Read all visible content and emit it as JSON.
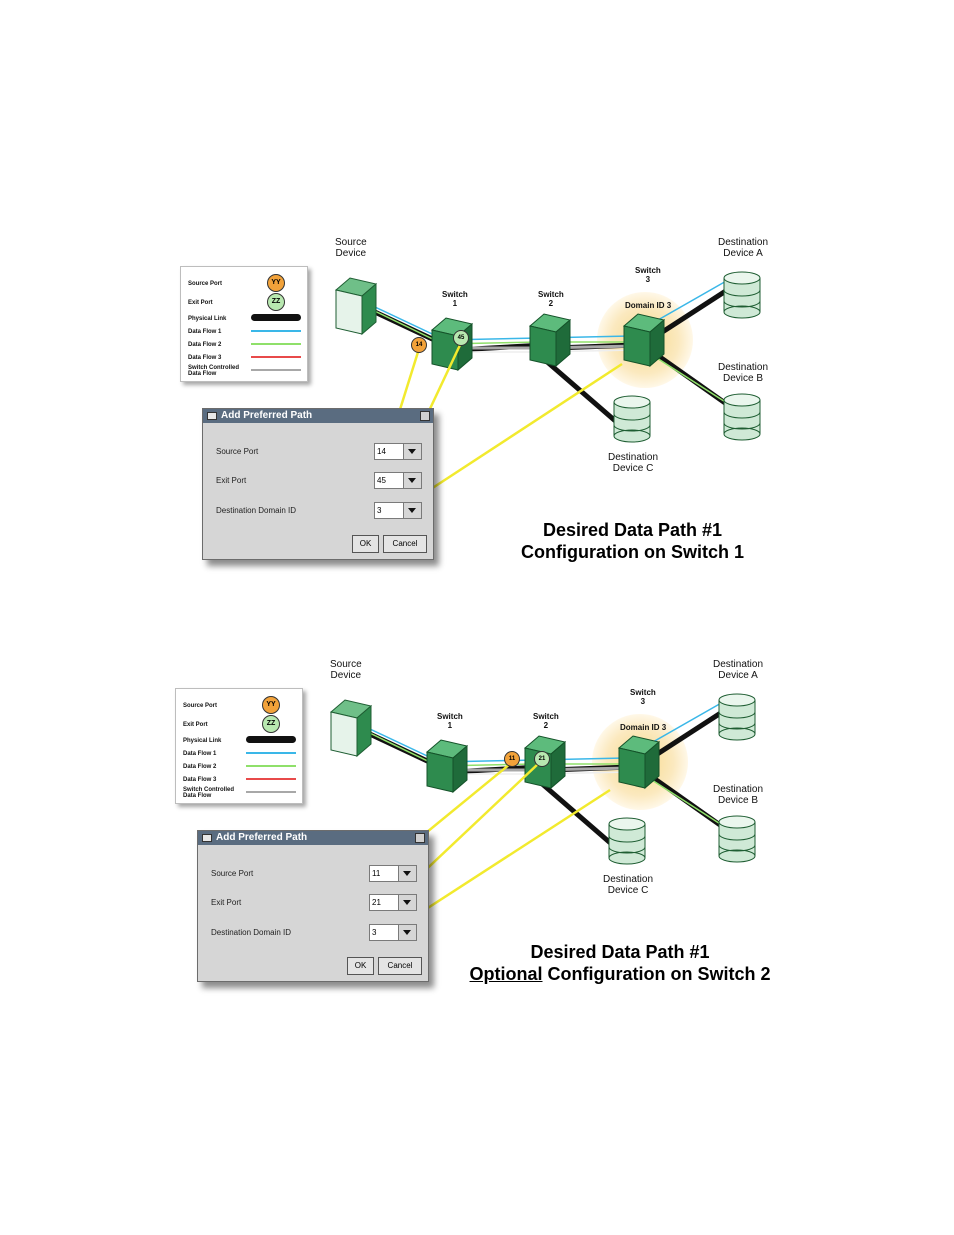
{
  "colors": {
    "switch_green": "#2e8b4e",
    "disk_green": "#cfe9d6",
    "highlight": "#f7e0a0",
    "source_port_badge": "#f2a23a",
    "exit_port_badge": "#b8e8b0",
    "flow1": "#3ab7e8",
    "flow2": "#8fe06a",
    "flow3": "#e84a4a",
    "switch_flow": "#a8a8a8",
    "arrow": "#f2ea2e"
  },
  "panels": [
    {
      "labels": {
        "source_device": [
          "Source",
          "Device"
        ],
        "switch1": [
          "Switch",
          "1"
        ],
        "switch2": [
          "Switch",
          "2"
        ],
        "switch3": [
          "Switch",
          "3"
        ],
        "domain": "Domain ID 3",
        "dest_a": [
          "Destination",
          "Device A"
        ],
        "dest_b": [
          "Destination",
          "Device B"
        ],
        "dest_c": [
          "Destination",
          "Device C"
        ]
      },
      "legend": {
        "source_port": "Source Port",
        "source_badge": "YY",
        "exit_port": "Exit Port",
        "exit_badge": "ZZ",
        "physical_link": "Physical Link",
        "flow1": "Data Flow 1",
        "flow2": "Data Flow 2",
        "flow3": "Data Flow 3",
        "switch_flow_l1": "Switch Controlled",
        "switch_flow_l2": "Data Flow"
      },
      "badges": {
        "source": "14",
        "exit": "45"
      },
      "dialog": {
        "title": "Add Preferred Path",
        "source_port_label": "Source Port",
        "source_port_value": "14",
        "exit_port_label": "Exit Port",
        "exit_port_value": "45",
        "domain_label": "Destination Domain ID",
        "domain_value": "3",
        "ok": "OK",
        "cancel": "Cancel"
      },
      "caption": {
        "line1": "Desired Data Path #1",
        "line2_prefix": "",
        "line2": "Configuration on Switch 1"
      }
    },
    {
      "labels": {
        "source_device": [
          "Source",
          "Device"
        ],
        "switch1": [
          "Switch",
          "1"
        ],
        "switch2": [
          "Switch",
          "2"
        ],
        "switch3": [
          "Switch",
          "3"
        ],
        "domain": "Domain ID 3",
        "dest_a": [
          "Destination",
          "Device A"
        ],
        "dest_b": [
          "Destination",
          "Device B"
        ],
        "dest_c": [
          "Destination",
          "Device C"
        ]
      },
      "legend": {
        "source_port": "Source Port",
        "source_badge": "YY",
        "exit_port": "Exit Port",
        "exit_badge": "ZZ",
        "physical_link": "Physical Link",
        "flow1": "Data Flow 1",
        "flow2": "Data Flow 2",
        "flow3": "Data Flow 3",
        "switch_flow_l1": "Switch Controlled",
        "switch_flow_l2": "Data Flow"
      },
      "badges": {
        "source": "11",
        "exit": "21"
      },
      "dialog": {
        "title": "Add Preferred Path",
        "source_port_label": "Source Port",
        "source_port_value": "11",
        "exit_port_label": "Exit Port",
        "exit_port_value": "21",
        "domain_label": "Destination Domain ID",
        "domain_value": "3",
        "ok": "OK",
        "cancel": "Cancel"
      },
      "caption": {
        "line1": "Desired Data Path #1",
        "line2_prefix": "Optional",
        "line2": " Configuration on Switch 2"
      }
    }
  ]
}
